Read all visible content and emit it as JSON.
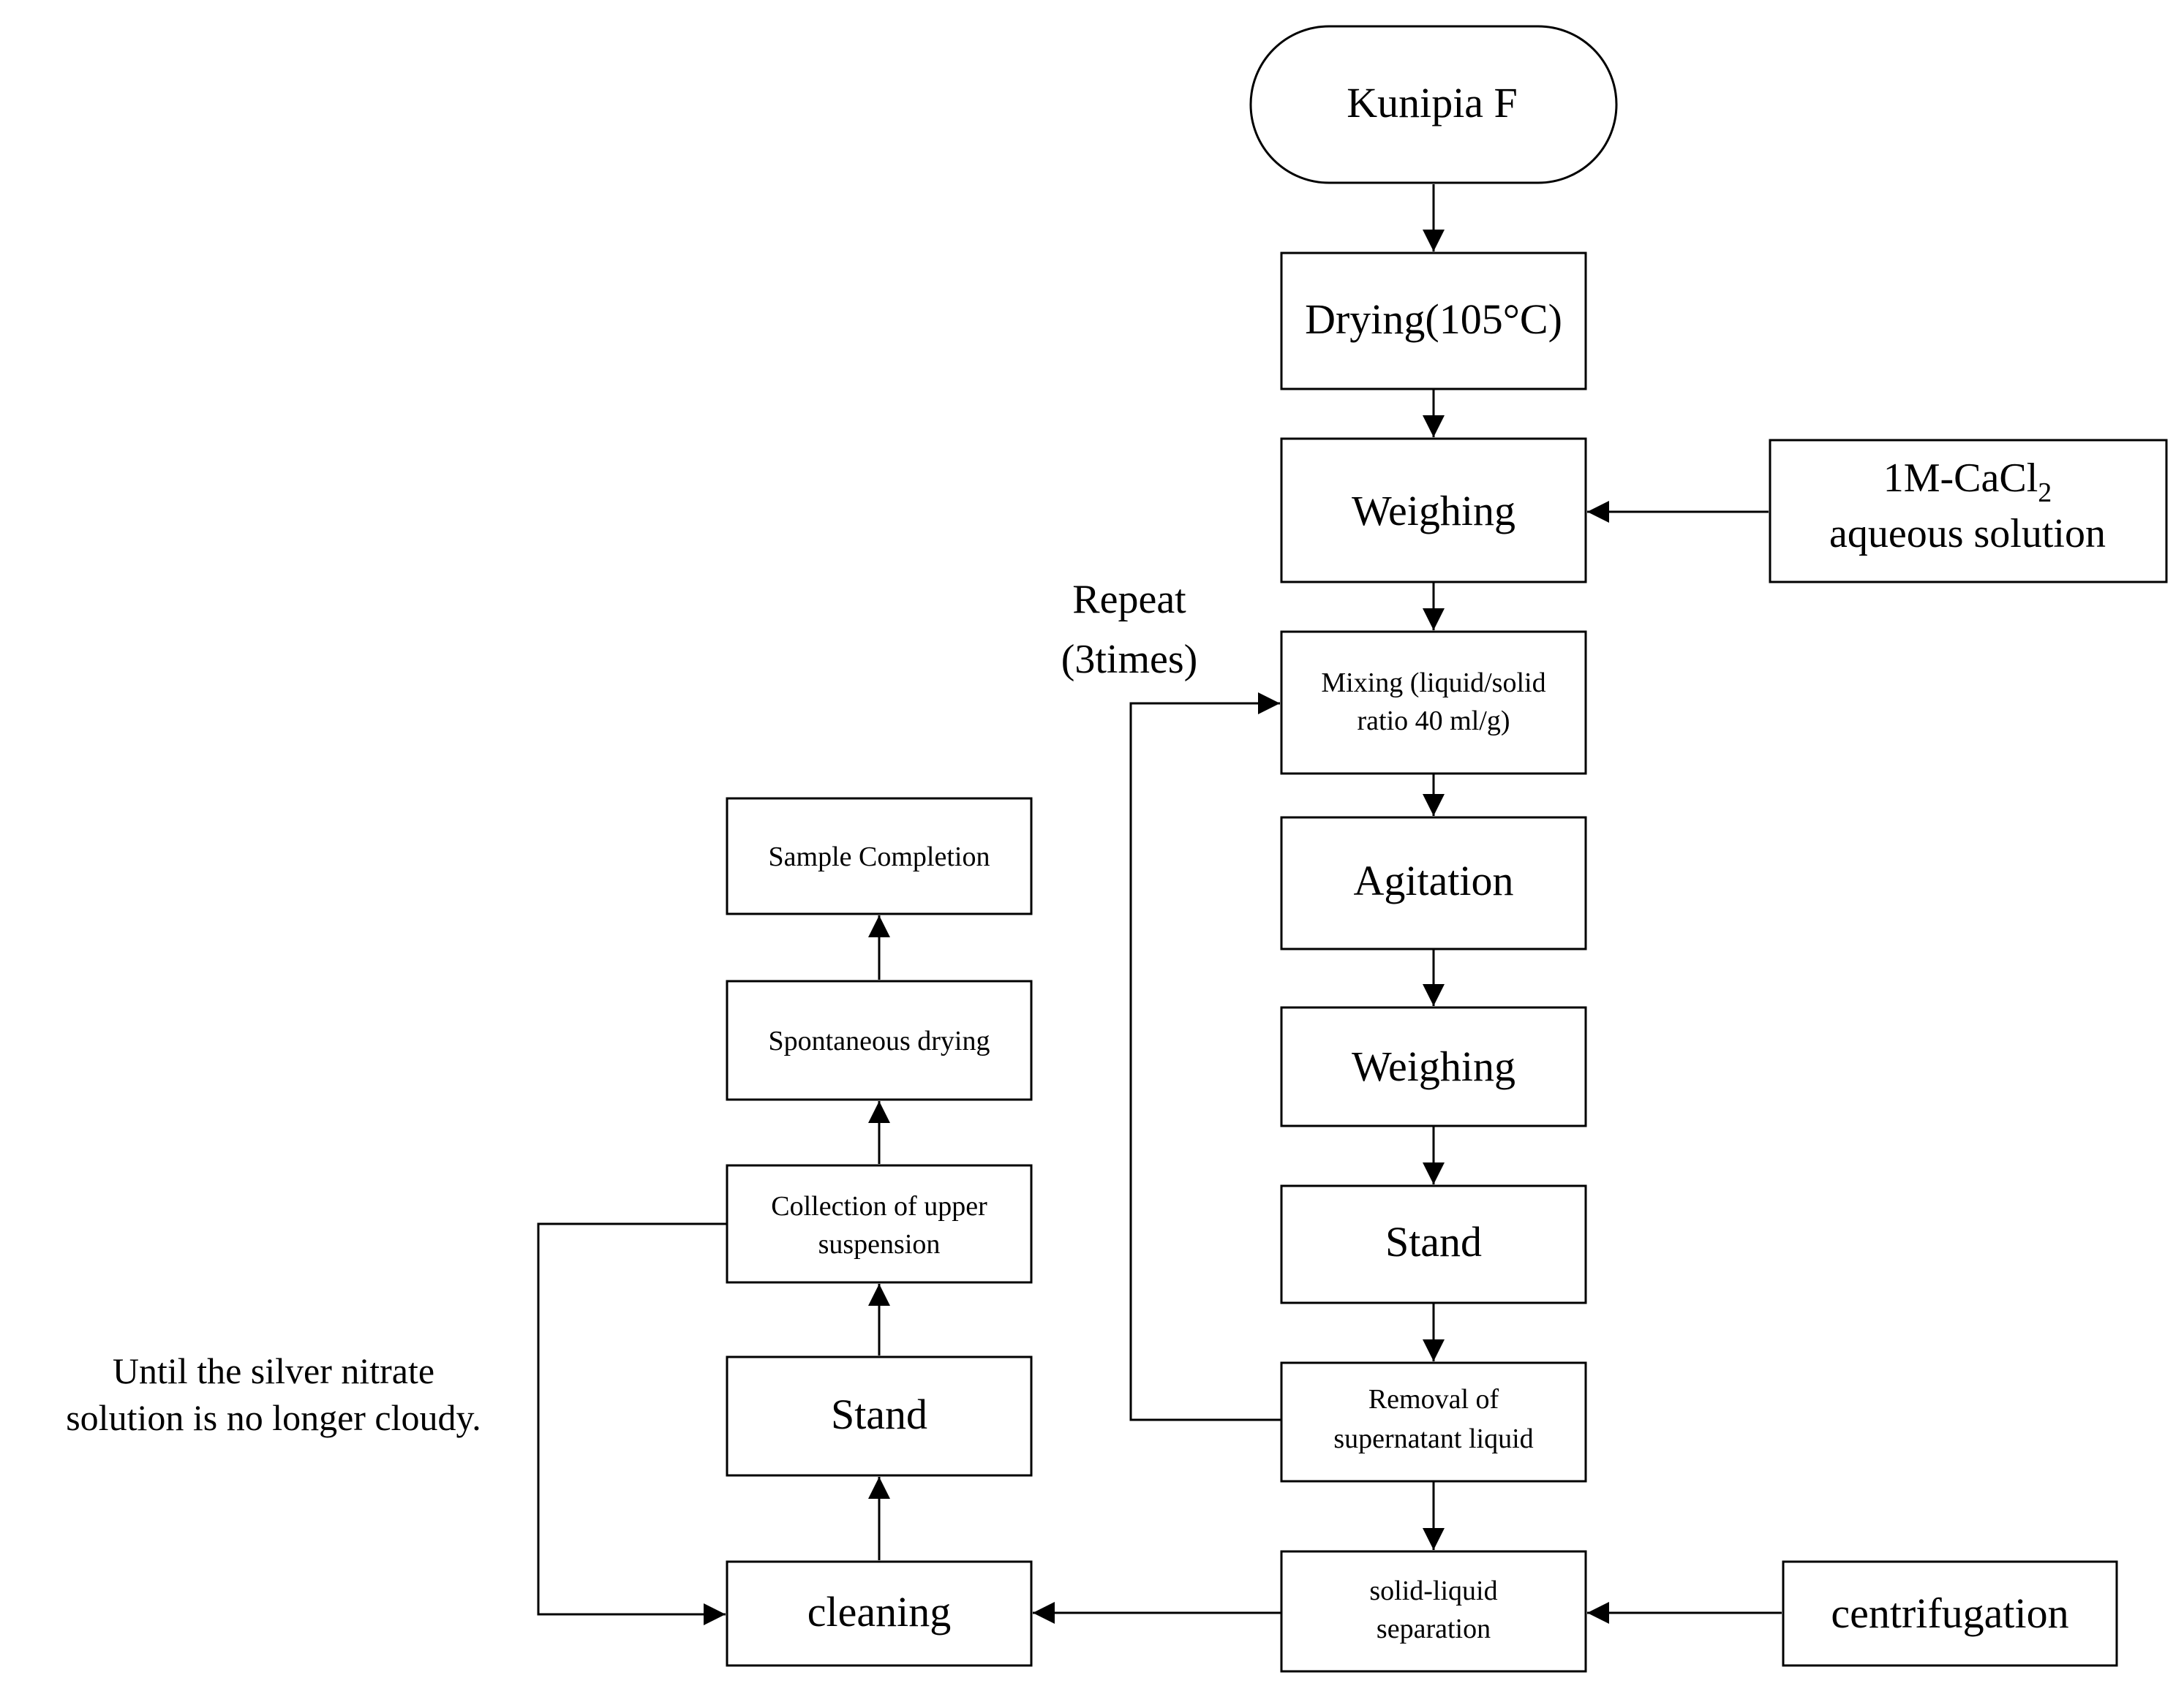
{
  "nodes": {
    "start": {
      "label": "Kunipia  F"
    },
    "drying": {
      "label": "Drying(105°C)"
    },
    "weighing1": {
      "label": "Weighing"
    },
    "cacl2": {
      "line1_prefix": "1M-CaCl",
      "line1_sub": "2",
      "line2": "aqueous  solution"
    },
    "mixing": {
      "line1": "Mixing (liquid/solid",
      "line2": "ratio 40 ml/g)"
    },
    "agitation": {
      "label": "Agitation"
    },
    "weighing2": {
      "label": "Weighing"
    },
    "stand1": {
      "label": "Stand"
    },
    "removal": {
      "line1": "Removal of",
      "line2": "supernatant liquid"
    },
    "separation": {
      "line1": "solid-liquid",
      "line2": "separation"
    },
    "centrifugation": {
      "label": "centrifugation"
    },
    "cleaning": {
      "label": "cleaning"
    },
    "stand2": {
      "label": "Stand"
    },
    "collection": {
      "line1": "Collection of upper",
      "line2": "suspension"
    },
    "spontaneous": {
      "label": "Spontaneous drying"
    },
    "completion": {
      "label": "Sample Completion"
    }
  },
  "annotations": {
    "repeat": {
      "line1": "Repeat",
      "line2": "(3times)"
    },
    "until": {
      "line1": "Until  the  silver  nitrate",
      "line2": "solution is no longer cloudy."
    }
  }
}
